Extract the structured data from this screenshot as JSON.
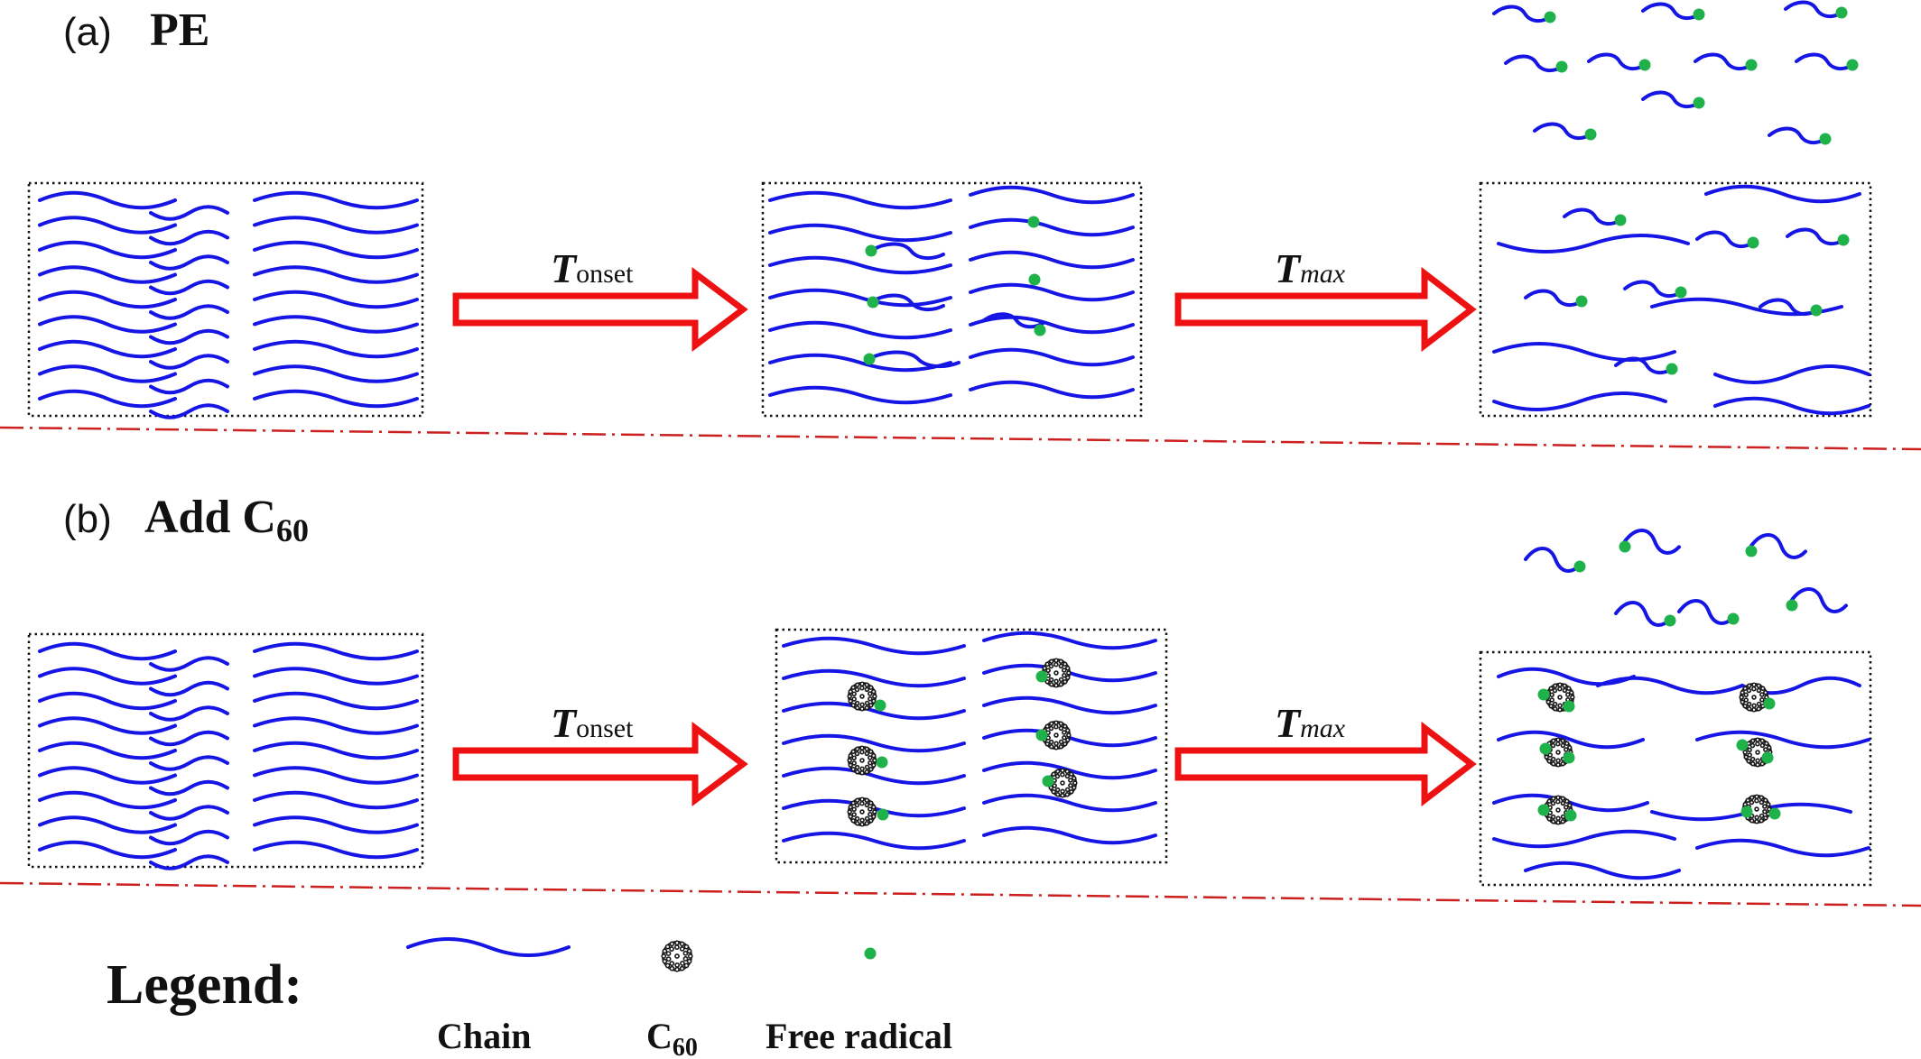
{
  "panel_a": {
    "letter": "(a)",
    "title": "PE"
  },
  "panel_b": {
    "letter": "(b)",
    "title_prefix": "Add C",
    "title_sub": "60"
  },
  "arrows": {
    "onset": {
      "symbol": "T",
      "subscript": "onset"
    },
    "max": {
      "symbol": "T",
      "subscript": "max"
    }
  },
  "legend": {
    "title": "Legend:",
    "chain": "Chain",
    "c60_prefix": "C",
    "c60_sub": "60",
    "radical": "Free radical"
  },
  "colors": {
    "chain": "#1515e6",
    "radical": "#1fb24a",
    "arrow": "#ee1111",
    "separator": "#cc1f1f",
    "fullerene": "#1a1a1a"
  }
}
